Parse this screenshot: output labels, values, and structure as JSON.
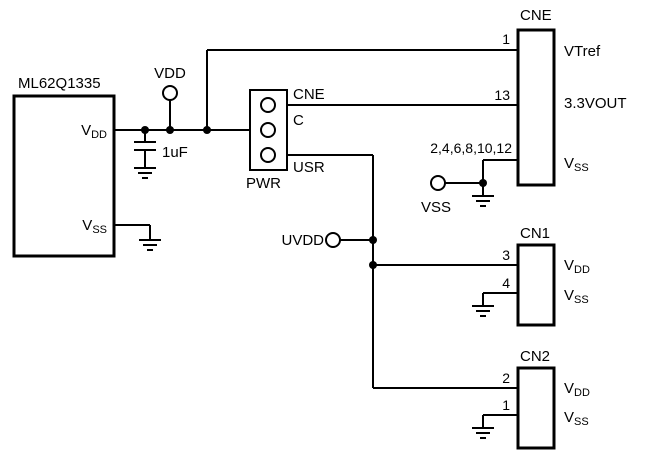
{
  "colors": {
    "line": "#000000",
    "background": "#ffffff"
  },
  "common": {
    "v": "V",
    "dd": "DD",
    "ss": "SS"
  },
  "ic": {
    "title": "ML62Q1335"
  },
  "power": {
    "vdd": "VDD",
    "cap": "1uF",
    "uvdd": "UVDD",
    "vss": "VSS"
  },
  "pwr": {
    "title": "PWR",
    "pin_top": "CNE",
    "pin_mid": "C",
    "pin_bottom": "USR"
  },
  "cne": {
    "title": "CNE",
    "pin1_num": "1",
    "pin1_name": "VTref",
    "pin13_num": "13",
    "pin13_name": "3.3VOUT",
    "pin_vss_nums": "2,4,6,8,10,12"
  },
  "cn1": {
    "title": "CN1",
    "pin_vdd_num": "3",
    "pin_vss_num": "4"
  },
  "cn2": {
    "title": "CN2",
    "pin_vdd_num": "2",
    "pin_vss_num": "1"
  }
}
